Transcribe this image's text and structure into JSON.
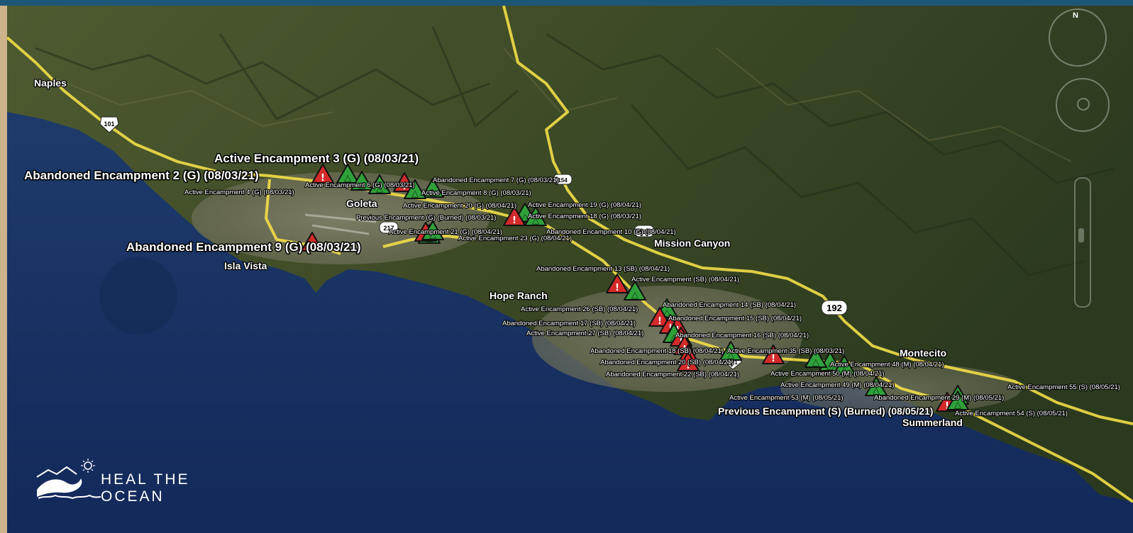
{
  "map": {
    "places": [
      {
        "id": "naples",
        "label": "Naples"
      },
      {
        "id": "goleta",
        "label": "Goleta"
      },
      {
        "id": "isla-vista",
        "label": "Isla Vista"
      },
      {
        "id": "mission-canyon",
        "label": "Mission Canyon"
      },
      {
        "id": "hope-ranch",
        "label": "Hope Ranch"
      },
      {
        "id": "montecito",
        "label": "Montecito"
      },
      {
        "id": "summerland",
        "label": "Summerland"
      }
    ],
    "shields": [
      {
        "id": "us101-west",
        "label": "101"
      },
      {
        "id": "sr217",
        "label": "217"
      },
      {
        "id": "sr192-west",
        "label": "192"
      },
      {
        "id": "sr154",
        "label": "154"
      },
      {
        "id": "sr192-east",
        "label": "192"
      },
      {
        "id": "us101-east",
        "label": "101"
      }
    ],
    "encampments": [
      {
        "id": "e1",
        "label": "Active Encampment 3 (G) (08/03/21)",
        "status": "active"
      },
      {
        "id": "e2",
        "label": "Abandoned Encampment 2 (G) (08/03/21)",
        "status": "abandoned"
      },
      {
        "id": "e3",
        "label": "Active Encampment 6 (G) (08/03/21)",
        "status": "active"
      },
      {
        "id": "e4",
        "label": "Abandoned Encampment 7 (G) (08/03/21)",
        "status": "abandoned"
      },
      {
        "id": "e5",
        "label": "Active Encampment 4 (G) (08/03/21)",
        "status": "active"
      },
      {
        "id": "e6",
        "label": "Active Encampment 8 (G) (08/03/21)",
        "status": "active"
      },
      {
        "id": "e7",
        "label": "Active Encampment 20 (G) (08/04/21)",
        "status": "active"
      },
      {
        "id": "e8",
        "label": "Active Encampment 19 (G) (08/04/21)",
        "status": "active"
      },
      {
        "id": "e9",
        "label": "Previous Encampment (G) (Burned) (08/03/21)",
        "status": "abandoned"
      },
      {
        "id": "e10",
        "label": "Active Encampment 18 (G) (08/03/21)",
        "status": "active"
      },
      {
        "id": "e11",
        "label": "Active Encampment 21 (G) (08/04/21)",
        "status": "active"
      },
      {
        "id": "e12",
        "label": "Abandoned Encampment 10 (G) (08/04/21)",
        "status": "abandoned"
      },
      {
        "id": "e13",
        "label": "Active Encampment 23 (G) (08/04/21)",
        "status": "active"
      },
      {
        "id": "e14",
        "label": "Abandoned Encampment 9 (G) (08/03/21)",
        "status": "abandoned"
      },
      {
        "id": "e15",
        "label": "Abandoned Encampment 13 (SB) (08/04/21)",
        "status": "abandoned"
      },
      {
        "id": "e16",
        "label": "Active Encampment (SB) (08/04/21)",
        "status": "active"
      },
      {
        "id": "e17",
        "label": "Active Encampment 26 (SB) (08/04/21)",
        "status": "active"
      },
      {
        "id": "e18",
        "label": "Abandoned Encampment 14 (SB) (08/04/21)",
        "status": "abandoned"
      },
      {
        "id": "e19",
        "label": "Abandoned Encampment 17 (SB) (08/04/21)",
        "status": "abandoned"
      },
      {
        "id": "e20",
        "label": "Abandoned Encampment 15 (SB) (08/04/21)",
        "status": "abandoned"
      },
      {
        "id": "e21",
        "label": "Active Encampment 27 (SB) (08/04/21)",
        "status": "active"
      },
      {
        "id": "e22",
        "label": "Abandoned Encampment 16 (SB) (08/04/21)",
        "status": "abandoned"
      },
      {
        "id": "e23",
        "label": "Abandoned Encampment 18 (SB) (08/04/21)",
        "status": "abandoned"
      },
      {
        "id": "e24",
        "label": "Active Encampment 35 (SB) (08/03/21)",
        "status": "active"
      },
      {
        "id": "e25",
        "label": "Abandoned Encampment 20 (SB) (08/04/21)",
        "status": "abandoned"
      },
      {
        "id": "e26",
        "label": "Active Encampment 48 (M) (08/04/21)",
        "status": "active"
      },
      {
        "id": "e27",
        "label": "Abandoned Encampment 22 (SB) (08/04/21)",
        "status": "abandoned"
      },
      {
        "id": "e28",
        "label": "Active Encampment 50 (M) (08/04/21)",
        "status": "active"
      },
      {
        "id": "e29",
        "label": "Active Encampment 49 (M) (08/04/21)",
        "status": "active"
      },
      {
        "id": "e30",
        "label": "Active Encampment 55 (S) (08/05/21)",
        "status": "active"
      },
      {
        "id": "e31",
        "label": "Active Encampment 53 (M) (08/05/21)",
        "status": "active"
      },
      {
        "id": "e32",
        "label": "Abandoned Encampment 29 (M) (08/05/21)",
        "status": "abandoned"
      },
      {
        "id": "e33",
        "label": "Previous Encampment (S) (Burned) (08/05/21)",
        "status": "abandoned"
      },
      {
        "id": "e34",
        "label": "Active Encampment 54 (S) (08/05/21)",
        "status": "active"
      }
    ]
  },
  "logo": {
    "text": "HEAL THE OCEAN",
    "icon": "wave-sun-logo-icon"
  },
  "controls": {
    "compass_icon": "compass-icon",
    "look_icon": "look-joystick-icon",
    "zoom_icon": "zoom-slider-icon"
  },
  "colors": {
    "active": "#2fa13a",
    "abandoned": "#d42a2a",
    "road": "#f2de48",
    "ocean": "#1d3a6e"
  }
}
